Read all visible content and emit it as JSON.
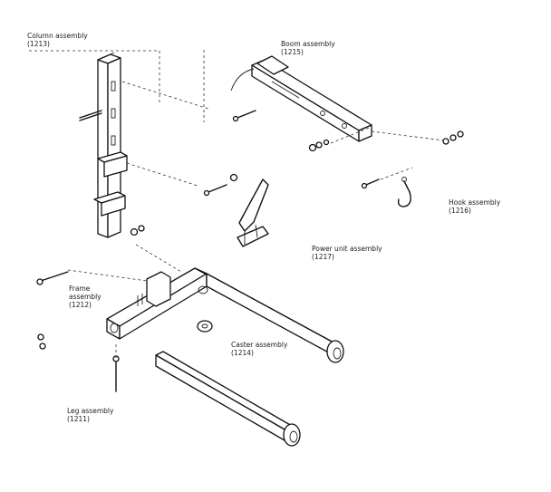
{
  "labels": {
    "column": {
      "name": "Column assembly",
      "num": "(1213)"
    },
    "boom": {
      "name": "Boom assembly",
      "num": "(1215)"
    },
    "hook": {
      "name": "Hook assembly",
      "num": "(1216)"
    },
    "power": {
      "name": "Power unit assembly",
      "num": "(1217)"
    },
    "frame": {
      "name1": "Frame",
      "name2": "assembly",
      "num": "(1212)"
    },
    "caster": {
      "name": "Caster assembly",
      "num": "(1214)"
    },
    "leg": {
      "name": "Leg assembly",
      "num": "(1211)"
    }
  }
}
